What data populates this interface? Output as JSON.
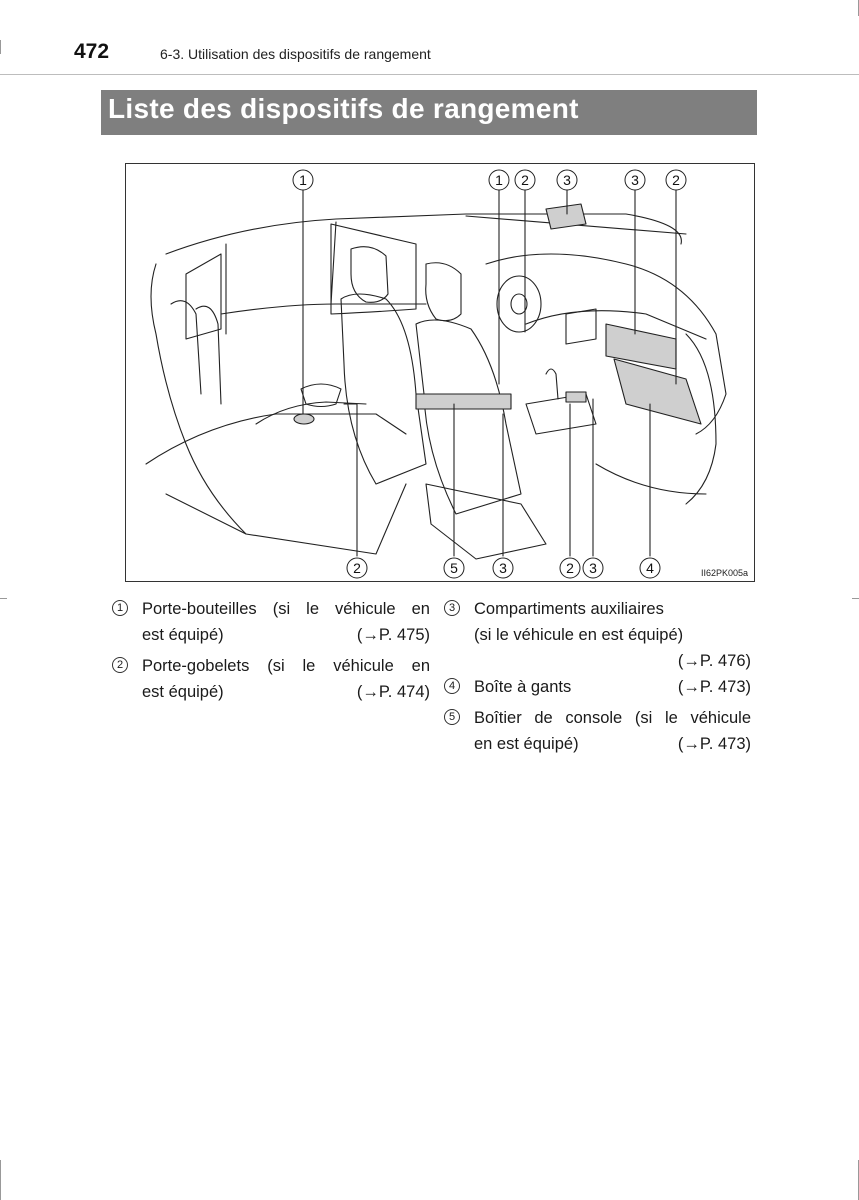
{
  "header": {
    "page_number": "472",
    "section": "6-3. Utilisation des dispositifs de rangement"
  },
  "title": "Liste des dispositifs de rangement",
  "figure": {
    "code": "II62PK005a",
    "callouts_top": [
      "1",
      "1",
      "2",
      "3",
      "3",
      "2"
    ],
    "callouts_bottom": [
      "2",
      "5",
      "3",
      "2",
      "3",
      "4"
    ]
  },
  "legend": [
    {
      "num": "1",
      "line1": "Porte-bouteilles (si le véhicule en",
      "line2": "est équipé)",
      "ref": "(→P. 475)"
    },
    {
      "num": "2",
      "line1": "Porte-gobelets (si le véhicule en",
      "line2": "est équipé)",
      "ref": "(→P. 474)"
    },
    {
      "num": "3",
      "line1": "Compartiments auxiliaires",
      "line2": "(si le véhicule en est équipé)",
      "ref": "(→P. 476)"
    },
    {
      "num": "4",
      "line1": "Boîte à gants",
      "line2": "",
      "ref": "(→P. 473)"
    },
    {
      "num": "5",
      "line1": "Boîtier de console (si le véhicule",
      "line2": "en est équipé)",
      "ref": "(→P. 473)"
    }
  ]
}
